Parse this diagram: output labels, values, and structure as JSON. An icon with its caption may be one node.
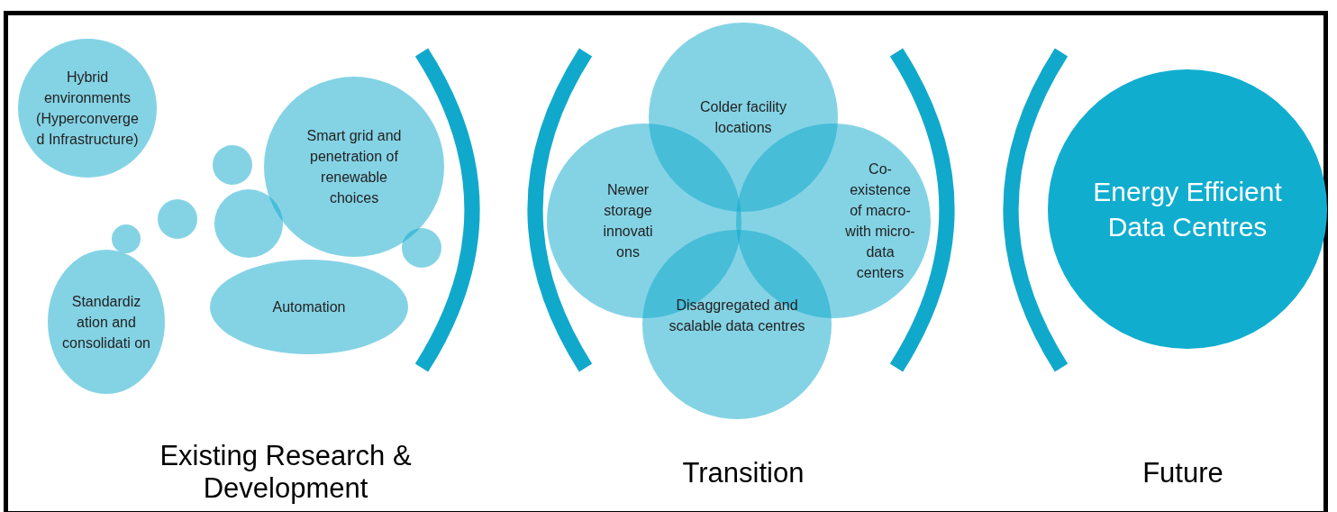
{
  "diagram": {
    "nodes": [
      {
        "text": [
          "Hybrid environments (Hyperconverge d Infrastructure)"
        ]
      },
      {
        "text": [
          "Smart grid and penetration of renewable choices"
        ]
      },
      {
        "text": [],
        "shape": "circle"
      },
      {
        "text": [],
        "shape": "circle"
      },
      {
        "text": [],
        "shape": "circle"
      },
      {
        "text": [],
        "shape": "circle"
      },
      {
        "text": [],
        "shape": "circle"
      },
      {
        "text": [
          "Standardiz ation and consolidati on"
        ]
      },
      {
        "text": [
          "Automation"
        ]
      },
      {
        "text": [
          "Colder facility locations"
        ]
      },
      {
        "text": [
          "Newer storage innovati ons"
        ]
      },
      {
        "text": [
          "Co- existence of macro- with micro- data centers"
        ]
      },
      {
        "text": [
          "Disaggregated and scalable data centres"
        ]
      },
      {
        "text": [
          "Energy Efficient Data Centres"
        ]
      }
    ],
    "edges": [],
    "labels": [
      "Existing Research & Development",
      "Transition",
      "Future"
    ]
  }
}
